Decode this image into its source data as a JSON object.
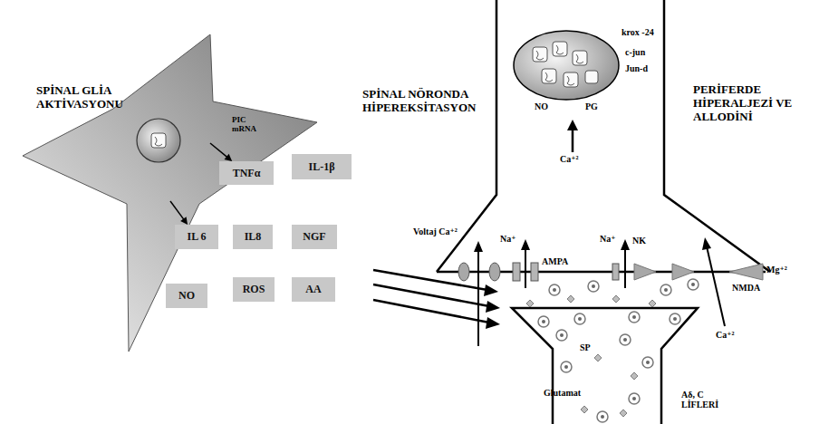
{
  "diagram": {
    "nodes": [
      {
        "text": [
          "PIC mRNA"
        ]
      },
      {
        "text": [
          "TNFα"
        ]
      },
      {
        "text": [
          "IL-1β"
        ]
      },
      {
        "text": [
          "IL 6"
        ]
      },
      {
        "text": [
          "IL8"
        ]
      },
      {
        "text": [
          "NGF"
        ]
      },
      {
        "text": [
          "NO"
        ]
      },
      {
        "text": [
          "ROS"
        ]
      },
      {
        "text": [
          "AA"
        ]
      }
    ],
    "edges": [
      {
        "from": 0,
        "to": 1,
        "arrow": "to"
      },
      {
        "from": 0,
        "to": 3,
        "arrow": "to"
      }
    ],
    "labels": [
      "SPİNAL GLİA AKTİVASYONU",
      "SPİNAL NÖRONDA HİPEREKSİTASYON",
      "PERİFERDE HİPERALJEZİ VE ALLODİNİ",
      "krox -24",
      "c-jun",
      "Jun-d",
      "NO",
      "PG",
      "Ca⁺²",
      "Na⁺",
      "AMPA",
      "Na⁺",
      "NK",
      "Mg⁺²",
      "Voltaj Ca⁺²",
      "NMDA",
      "Ca⁺²",
      "SP",
      "Glutamat",
      "Aδ, C LİFLERİ"
    ]
  }
}
